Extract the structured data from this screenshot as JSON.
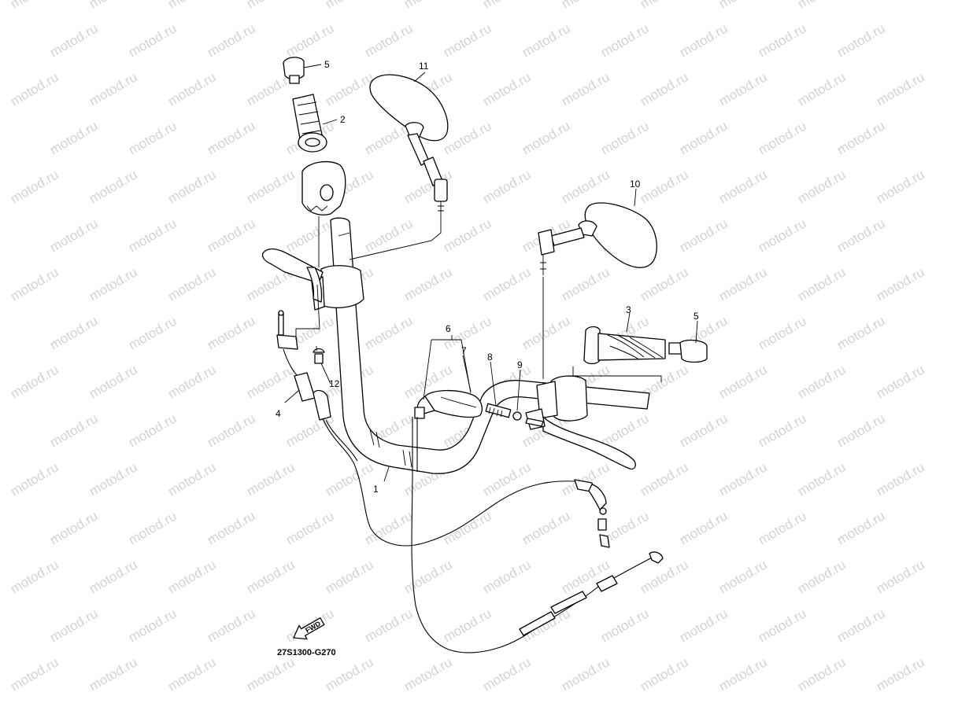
{
  "watermark": {
    "text": "motod.ru"
  },
  "diagram_code": "27S1300-G270",
  "fwd_label": "FWD",
  "callouts": {
    "c1": "1",
    "c2": "2",
    "c3": "3",
    "c4": "4",
    "c5a": "5",
    "c5b": "5",
    "c6": "6",
    "c7": "7",
    "c8": "8",
    "c9": "9",
    "c10": "10",
    "c11": "11",
    "c12": "12"
  },
  "icons": {
    "fwd_arrow": "fwd-arrow-icon"
  }
}
